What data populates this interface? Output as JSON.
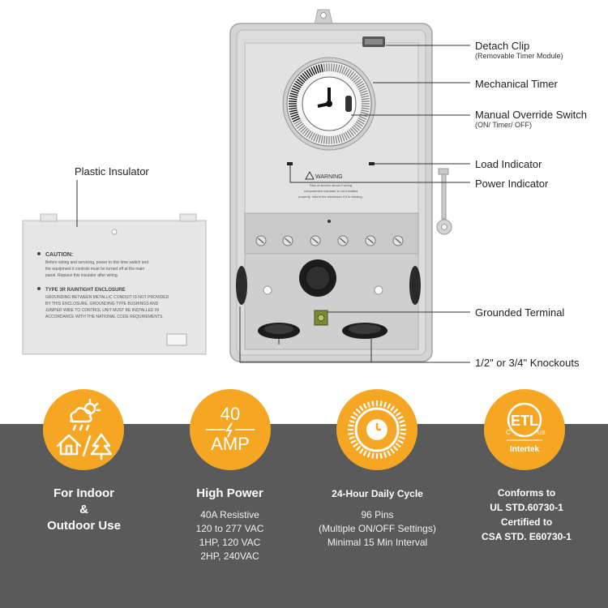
{
  "callouts": {
    "detach_clip": "Detach Clip",
    "detach_clip_sub": "(Removable Timer Module)",
    "mechanical_timer": "Mechanical Timer",
    "manual_override": "Manual Override Switch",
    "manual_override_sub": "(ON/ Timer/ OFF)",
    "load_indicator": "Load Indicator",
    "power_indicator": "Power Indicator",
    "plastic_insulator": "Plastic Insulator",
    "grounded_terminal": "Grounded Terminal",
    "knockouts": "1/2\" or 3/4\" Knockouts"
  },
  "insulator_text": {
    "caution_heading": "CAUTION:",
    "caution_body": "Before wiring and servicing, power to this time switch and the equipment it controls must be turned off at the main panel. Replace this insulator after wiring.",
    "type3r_heading": "TYPE 3R RAINTIGHT ENCLOSURE",
    "type3r_body": "GROUNDING BETWEEN METALLIC CONDUIT IS NOT PROVIDED BY THIS ENCLOSURE. GROUNDING TYPE BUSHINGS AND JUMPER WIRE TO CONTROL UNIT MUST BE INSTALLED IN ACCORDANCE WITH THE NATIONAL CODE REQUIREMENTS."
  },
  "warning_label": {
    "heading": "WARNING",
    "body": "Risk of electric shock if wiring compartment insulator is not installed properly. Inform the electrician if it is missing."
  },
  "features": [
    {
      "title_lines": [
        "For Indoor",
        "&",
        "Outdoor Use"
      ],
      "desc_lines": [],
      "icon": "indoor-outdoor-icon"
    },
    {
      "title_lines": [
        "High Power"
      ],
      "desc_lines": [
        "40A Resistive",
        "120 to 277 VAC",
        "1HP, 120 VAC",
        "2HP, 240VAC"
      ],
      "icon_number": "40",
      "icon_unit": "AMP"
    },
    {
      "title_lines": [
        "24-Hour Daily Cycle"
      ],
      "desc_lines": [
        "96 Pins",
        "(Multiple ON/OFF Settings)",
        "Minimal 15 Min Interval"
      ],
      "icon": "dial-icon"
    },
    {
      "title_lines": [
        "Conforms to",
        "UL STD.60730-1",
        "Certified to",
        "CSA STD. E60730-1"
      ],
      "desc_lines": [],
      "icon": "etl-mark-icon",
      "badge_text": "Intertek",
      "etl_text": "ETL",
      "etl_c": "C",
      "etl_us": "US"
    }
  ],
  "colors": {
    "accent": "#f5a623",
    "panel": "#5a5a5a",
    "enclosure": "#d8d8d8"
  }
}
